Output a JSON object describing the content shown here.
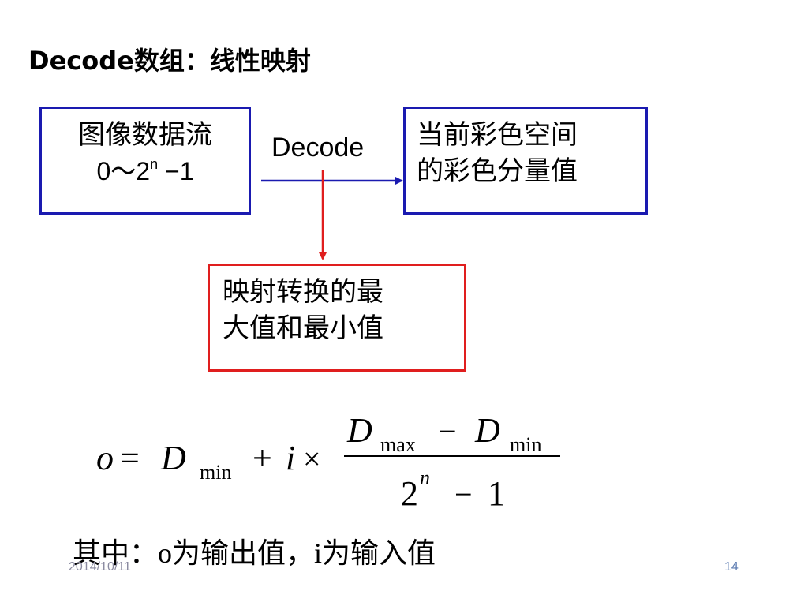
{
  "title": "Decode数组：线性映射",
  "source_box": {
    "line1": "图像数据流",
    "range_prefix": "0～2",
    "range_exp": "n",
    "range_suffix": " −1"
  },
  "arrow_label": "Decode",
  "dest_box": {
    "line1": "当前彩色空间",
    "line2": "的彩色分量值"
  },
  "range_box": {
    "line1": "映射转换的最",
    "line2": "大值和最小值"
  },
  "formula": {
    "o": "o",
    "eq": "=",
    "D": "D",
    "min": "min",
    "max": "max",
    "plus": "+",
    "i": "i",
    "times": "×",
    "minus": "−",
    "two": "2",
    "n": "n",
    "one": "1"
  },
  "note": {
    "prefix": "其中：",
    "o": "o",
    "mid": "为输出值，",
    "i": "i",
    "suffix": "为输入值"
  },
  "footer": {
    "date": "2014/10/11",
    "page": "14"
  },
  "colors": {
    "blue": "#1a1ab0",
    "red": "#e01e1e",
    "arrow_blue": "#1a1ab0",
    "arrow_red": "#e01e1e"
  }
}
